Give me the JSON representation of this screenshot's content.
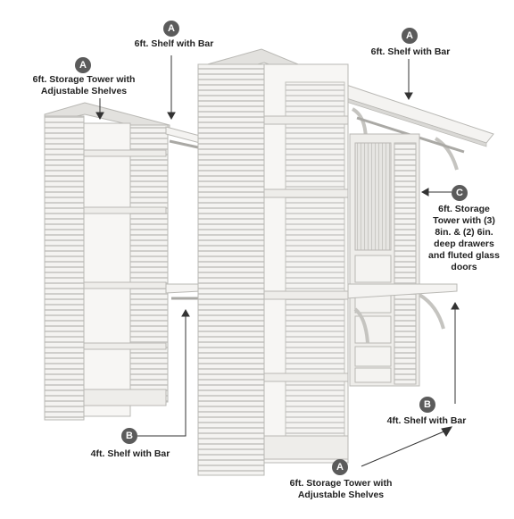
{
  "colors": {
    "badge": "#5b5b5b",
    "wood": "#f4f3f1",
    "wood_shadow": "#d9d8d5",
    "outline": "#b9b8b4",
    "text": "#222222"
  },
  "callouts": {
    "shelf_bar_top_center": {
      "letter": "A",
      "text": "6ft. Shelf with Bar"
    },
    "shelf_bar_top_right": {
      "letter": "A",
      "text": "6ft. Shelf with Bar"
    },
    "tower_left": {
      "letter": "A",
      "text": "6ft. Storage Tower with Adjustable Shelves"
    },
    "tower_drawers": {
      "letter": "C",
      "text": "6ft. Storage Tower with (3) 8in. & (2) 6in. deep drawers and fluted glass doors"
    },
    "shelf_bar_bottom_left": {
      "letter": "B",
      "text": "4ft. Shelf with Bar"
    },
    "shelf_bar_bottom_right": {
      "letter": "B",
      "text": "4ft. Shelf with Bar"
    },
    "tower_bottom": {
      "letter": "A",
      "text": "6ft. Storage Tower with Adjustable Shelves"
    }
  }
}
